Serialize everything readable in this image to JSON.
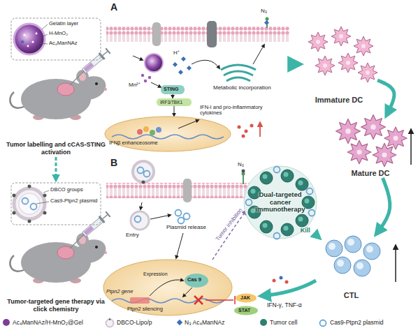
{
  "diagram": {
    "nodes": [
      {
        "text": [
          "Tumor labelling and cCAS-STING activation"
        ]
      },
      {
        "text": [
          "Tumor-targeted gene therapy via click chemistry"
        ]
      },
      {
        "text": [
          "Immature DC"
        ]
      },
      {
        "text": [
          "Mature DC"
        ]
      },
      {
        "text": [
          "Dual-targeted cancer immunotherapy"
        ]
      },
      {
        "text": [
          "CTL"
        ]
      }
    ],
    "edges": [
      {
        "from": 0,
        "to": 1,
        "arrow": "to"
      },
      {
        "from": 2,
        "to": 3,
        "arrow": "to"
      },
      {
        "from": 3,
        "to": 5,
        "arrow": "to"
      },
      {
        "from": 5,
        "to": 4,
        "label": "Kill",
        "arrow": "to"
      }
    ],
    "labels": [
      "A",
      "B",
      "H⁺",
      "Mn²⁺",
      "N₃",
      "STING",
      "IRF3/TBK1",
      "Metabolic incorporation",
      "IFNβ enhanceosome",
      "IFN-I and pro-inflammatory cytokines",
      "N₃",
      "Entry",
      "Plasmid release",
      "Ptpn2 gene",
      "Expression",
      "Cas 9",
      "Ptpn2 silencing",
      "Tumor inhibition",
      "IFN-γ, TNF-α",
      "JAK",
      "STAT",
      "Gelatin layer",
      "H-MnO₂",
      "Ac₄ManNAz",
      "DBCO groups",
      "Cas9-Ptpn2 plasmid"
    ],
    "legend": [
      {
        "text": "Ac₄ManNAz/H-MnO₂@Gel",
        "color": "#7b3f99"
      },
      {
        "text": "DBCO-Lipo/p"
      },
      {
        "text": "N₃ Ac₄ManNAz",
        "color": "#3d6fb6"
      },
      {
        "text": "Tumor cell",
        "color": "#2f7f72"
      },
      {
        "text": "Cas9-Ptpn2 plasmid"
      }
    ]
  }
}
